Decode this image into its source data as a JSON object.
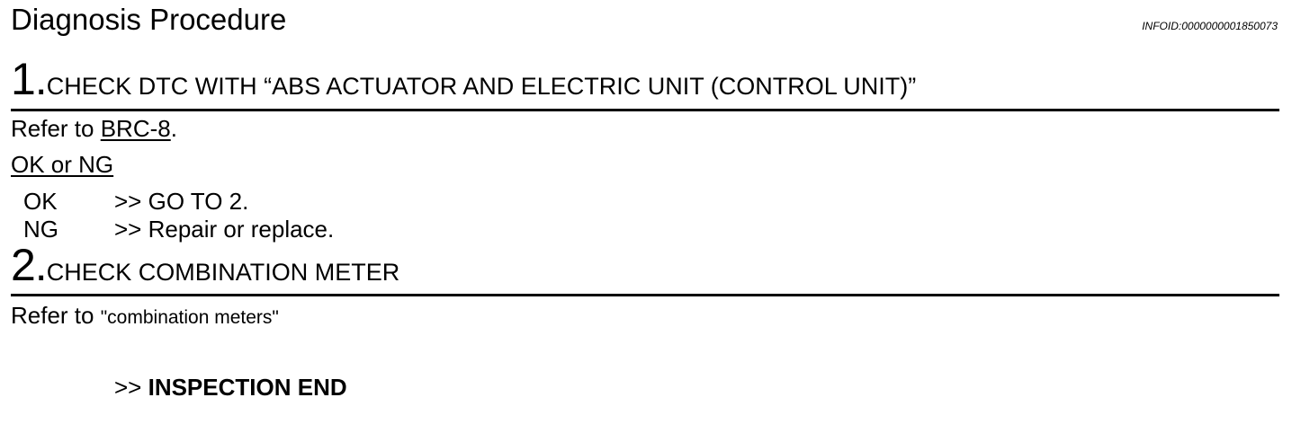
{
  "header": {
    "title": "Diagnosis Procedure",
    "info_id": "INFOID:0000000001850073"
  },
  "step1": {
    "number": "1.",
    "title": "CHECK DTC WITH “ABS ACTUATOR AND ELECTRIC UNIT (CONTROL UNIT)”",
    "refer_prefix": "Refer to ",
    "refer_link": "BRC-8",
    "refer_suffix": ".",
    "result_label": "OK or NG",
    "results": [
      {
        "key": "OK",
        "action": ">> GO TO 2."
      },
      {
        "key": "NG",
        "action": ">> Repair or replace."
      }
    ]
  },
  "step2": {
    "number": "2.",
    "title": "CHECK COMBINATION METER",
    "refer_prefix": "Refer to ",
    "refer_target": "\"combination meters\"",
    "end_prefix": ">> ",
    "end_label": "INSPECTION END"
  }
}
